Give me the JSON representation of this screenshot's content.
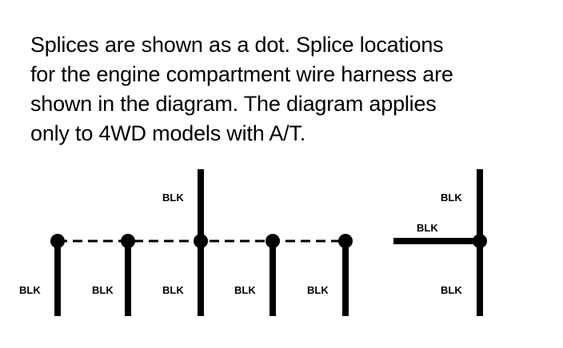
{
  "description": {
    "lines": [
      "Splices are shown as a dot. Splice locations",
      "for the engine compartment wire harness are",
      "shown in the diagram. The diagram applies",
      "only to 4WD models with A/T."
    ]
  },
  "diagram": {
    "splices": [
      {
        "wires": [
          {
            "label": "BLK"
          }
        ]
      },
      {
        "wires": [
          {
            "label": "BLK"
          }
        ]
      },
      {
        "wires": [
          {
            "label": "BLK"
          },
          {
            "label": "BLK"
          }
        ]
      },
      {
        "wires": [
          {
            "label": "BLK"
          }
        ]
      },
      {
        "wires": [
          {
            "label": "BLK"
          }
        ]
      },
      {
        "wires": [
          {
            "label": "BLK"
          },
          {
            "label": "BLK"
          },
          {
            "label": "BLK"
          }
        ]
      }
    ]
  }
}
